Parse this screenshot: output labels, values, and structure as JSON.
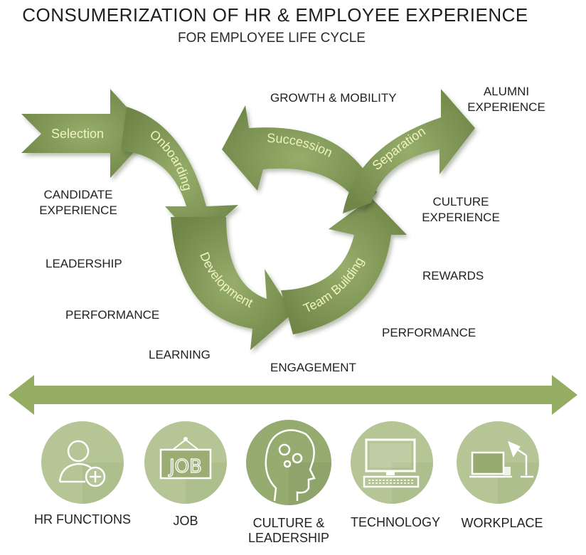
{
  "header": {
    "title": "CONSUMERIZATION OF HR & EMPLOYEE EXPERIENCE",
    "subtitle": "FOR EMPLOYEE LIFE CYCLE"
  },
  "cycle_stages": [
    "Selection",
    "Onboarding",
    "Development",
    "Team Building",
    "Succession",
    "Separation"
  ],
  "side_labels": {
    "candidate_experience": [
      "CANDIDATE",
      "EXPERIENCE"
    ],
    "leadership": "LEADERSHIP",
    "performance_left": "PERFORMANCE",
    "learning": "LEARNING",
    "growth_mobility": "GROWTH & MOBILITY",
    "alumni_experience": [
      "ALUMNI",
      "EXPERIENCE"
    ],
    "culture_experience": [
      "CULTURE",
      "EXPERIENCE"
    ],
    "rewards": "REWARDS",
    "performance_right": "PERFORMANCE",
    "engagement": "ENGAGEMENT"
  },
  "categories": [
    {
      "label": [
        "HR FUNCTIONS"
      ],
      "icon": "user-plus-icon"
    },
    {
      "label": [
        "JOB"
      ],
      "icon": "job-sign-icon",
      "icon_text": "JOB"
    },
    {
      "label": [
        "CULTURE &",
        "LEADERSHIP"
      ],
      "icon": "head-gears-icon"
    },
    {
      "label": [
        "TECHNOLOGY"
      ],
      "icon": "computer-icon"
    },
    {
      "label": [
        "WORKPLACE"
      ],
      "icon": "desk-lamp-laptop-icon"
    }
  ],
  "colors": {
    "arrow_fill": "#819a55",
    "arrow_fill_light": "#a3b880",
    "arrow_shadow": "#5c6e3c",
    "stage_text": "#f2f5c6",
    "banner": "#94ad62",
    "circle_fill": "#b5c596",
    "circle_dark": "#96ab70",
    "icon_line": "#ffffff"
  }
}
